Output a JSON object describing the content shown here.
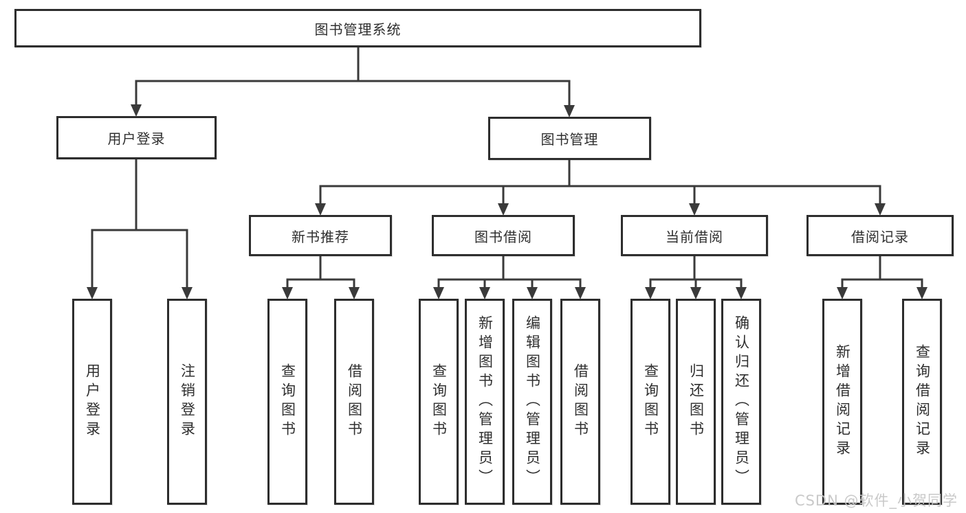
{
  "diagram_title": "图书管理系统",
  "colors": {
    "line": "#3a3a3a",
    "box_border": "#2d2d2d",
    "text": "#2f2f2f",
    "watermark": "#c6c6c6",
    "background": "#ffffff"
  },
  "tree": {
    "root": {
      "label": "图书管理系统"
    },
    "branches": [
      {
        "label": "用户登录",
        "children": [
          "用户登录",
          "注销登录"
        ]
      },
      {
        "label": "图书管理",
        "sections": [
          {
            "label": "新书推荐",
            "children": [
              "查询图书",
              "借阅图书"
            ]
          },
          {
            "label": "图书借阅",
            "children": [
              "查询图书",
              "新增图书（管理员）",
              "编辑图书（管理员）",
              "借阅图书"
            ]
          },
          {
            "label": "当前借阅",
            "children": [
              "查询图书",
              "归还图书",
              "确认归还（管理员）"
            ]
          },
          {
            "label": "借阅记录",
            "children": [
              "新增借阅记录",
              "查询借阅记录"
            ]
          }
        ]
      }
    ]
  },
  "watermark": "CSDN @软件_小贺同学"
}
